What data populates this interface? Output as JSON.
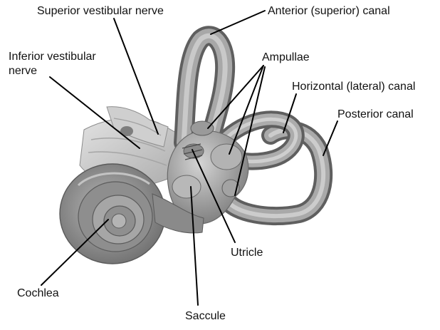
{
  "diagram": {
    "labels": {
      "superior_vestibular_nerve": "Superior vestibular nerve",
      "anterior_canal": "Anterior (superior) canal",
      "inferior_vestibular_nerve_line1": "Inferior vestibular",
      "inferior_vestibular_nerve_line2": "nerve",
      "ampullae": "Ampullae",
      "horizontal_canal": "Horizontal (lateral) canal",
      "posterior_canal": "Posterior canal",
      "utricle": "Utricle",
      "cochlea": "Cochlea",
      "saccule": "Saccule"
    },
    "colors": {
      "background": "#ffffff",
      "text": "#111111",
      "leader_line": "#000000",
      "tissue_dark": "#6e6e6e",
      "tissue_mid": "#9a9a9a",
      "tissue_light": "#c8c8c8",
      "nerve": "#d2d2d2"
    }
  }
}
